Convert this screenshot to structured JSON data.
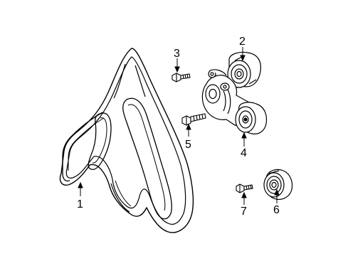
{
  "colors": {
    "line": "#000000",
    "background": "#ffffff",
    "fill": "#ffffff"
  },
  "callouts": {
    "belt": "1",
    "idler_pulley_upper": "2",
    "bolt_upper": "3",
    "tensioner": "4",
    "bolt_tensioner": "5",
    "idler_pulley_lower": "6",
    "bolt_lower": "7"
  }
}
